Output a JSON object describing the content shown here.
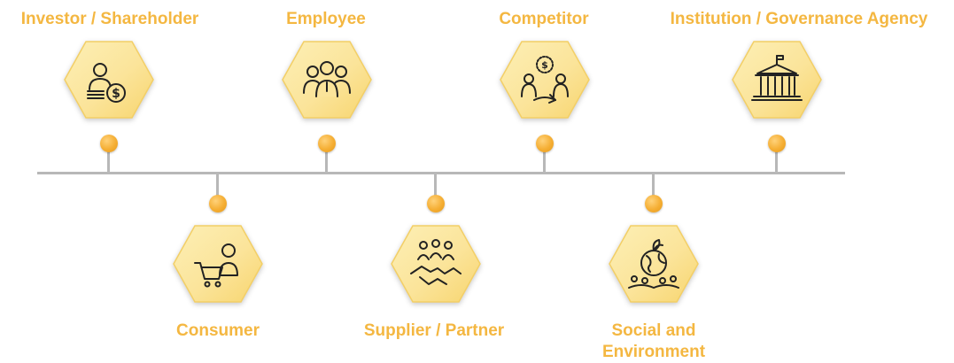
{
  "stakeholders": [
    {
      "label": "Investor / Shareholder",
      "icon": "investor-icon"
    },
    {
      "label": "Consumer",
      "icon": "consumer-icon"
    },
    {
      "label": "Employee",
      "icon": "employee-icon"
    },
    {
      "label": "Supplier / Partner",
      "icon": "handshake-icon"
    },
    {
      "label": "Competitor",
      "icon": "competitor-icon"
    },
    {
      "label": "Social and Environment",
      "icon": "earth-icon"
    },
    {
      "label": "Institution / Governance Agency",
      "icon": "government-building-icon"
    }
  ],
  "colors": {
    "label": "#f4b741",
    "hex_fill": "#fbe49a",
    "dot": "#f5ae33",
    "line": "#b8b8b8",
    "icon_stroke": "#222222"
  }
}
